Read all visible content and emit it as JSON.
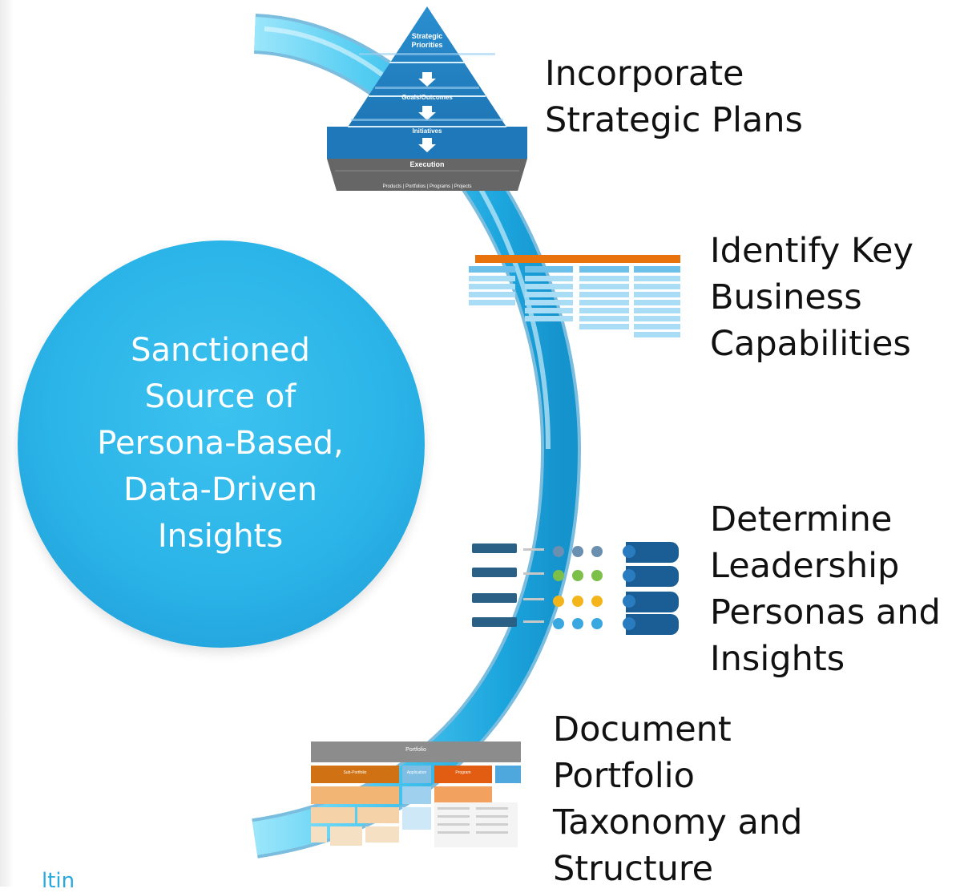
{
  "center": {
    "text": "Sanctioned\nSource of\nPersona-Based,\nData-Driven\nInsights"
  },
  "steps": [
    {
      "label": "Incorporate\nStrategic Plans"
    },
    {
      "label": "Identify Key\nBusiness\nCapabilities"
    },
    {
      "label": "Determine\nLeadership\nPersonas and\nInsights"
    },
    {
      "label": "Document\nPortfolio\nTaxonomy and\nStructure"
    }
  ],
  "pyramid": {
    "tiers": [
      "Strategic\nPriorities",
      "Goals/Outcomes",
      "Initiatives",
      "Execution"
    ],
    "base_caption": "Products | Portfolios | Programs | Projects"
  },
  "taxonomy": {
    "top": "Portfolio",
    "headers": [
      "Sub-Portfolio",
      "Application",
      "Program"
    ]
  },
  "footer": {
    "text": "ltin"
  },
  "colors": {
    "arc_light": "#69d6f7",
    "arc_dark": "#1aa3dc",
    "circle": "#2bb4e8",
    "pyramid_blue": "#1f7ec2",
    "pyramid_gray": "#666666",
    "orange": "#e8730c",
    "table_blue": "#6cc0ea"
  },
  "icons": [
    "pyramid-diagram",
    "capability-table",
    "persona-rows",
    "portfolio-chart"
  ]
}
